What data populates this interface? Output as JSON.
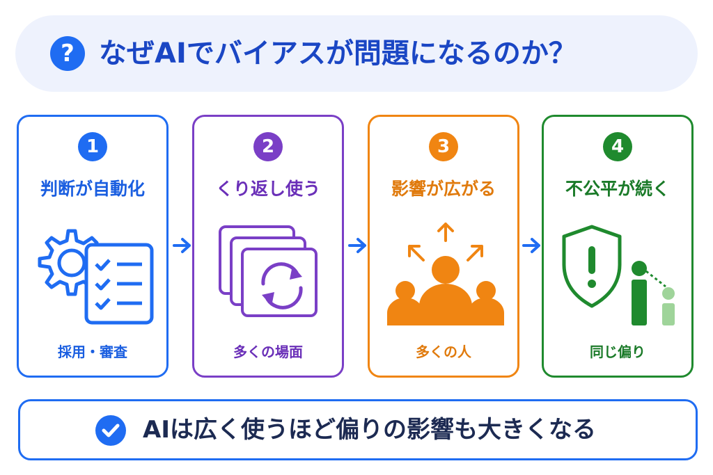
{
  "header": {
    "icon": "question-icon",
    "icon_glyph": "?",
    "title": "なぜAIでバイアスが問題になるのか？",
    "bg_color": "#eef2fd",
    "title_color": "#1a46c4",
    "icon_color": "#1f6cf2"
  },
  "cards": [
    {
      "number": "1",
      "title": "判断が自動化",
      "caption": "採用・審査",
      "icon": "gear-checklist-icon",
      "color": "#1f6cf2"
    },
    {
      "number": "2",
      "title": "くり返し使う",
      "caption": "多くの場面",
      "icon": "stacked-pages-refresh-icon",
      "color": "#7a3fc6"
    },
    {
      "number": "3",
      "title": "影響が広がる",
      "caption": "多くの人",
      "icon": "people-spread-icon",
      "color": "#f08512"
    },
    {
      "number": "4",
      "title": "不公平が続く",
      "caption": "同じ偏り",
      "icon": "shield-warning-people-icon",
      "color": "#1f8a2e"
    }
  ],
  "arrows": {
    "icon": "arrow-right-icon",
    "color": "#1f6cf2"
  },
  "footer": {
    "icon": "check-circle-icon",
    "text": "AIは広く使うほど偏りの影響も大きくなる",
    "border_color": "#1f6cf2",
    "text_color": "#1c2a52"
  }
}
